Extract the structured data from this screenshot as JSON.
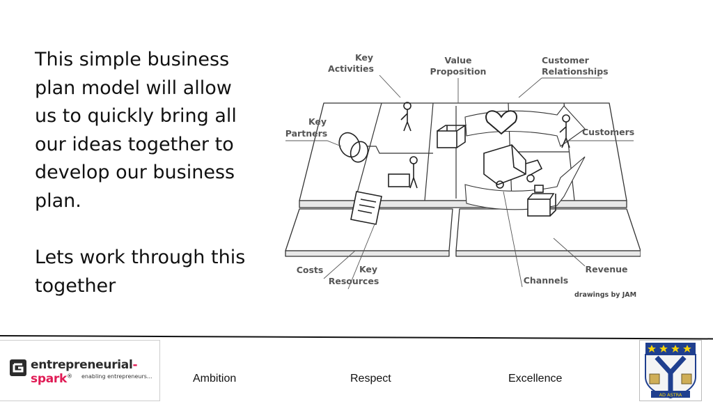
{
  "slide": {
    "paragraph_1": "This simple business plan model will allow us to quickly bring all our ideas together to develop our business plan.",
    "paragraph_2": "Lets work through this together"
  },
  "canvas": {
    "labels": {
      "key_activities_1": "Key",
      "key_activities_2": "Activities",
      "value_prop_1": "Value",
      "value_prop_2": "Proposition",
      "customer_rel_1": "Customer",
      "customer_rel_2": "Relationships",
      "key_partners_1": "Key",
      "key_partners_2": "Partners",
      "customers": "Customers",
      "costs": "Costs",
      "key_resources_1": "Key",
      "key_resources_2": "Resources",
      "channels": "Channels",
      "revenue": "Revenue",
      "credit": "drawings by JAM"
    }
  },
  "footer": {
    "brand_part1": "entrepreneurial",
    "brand_part2": "-spark",
    "brand_reg": "®",
    "tagline": "enabling entrepreneurs...",
    "values": [
      "Ambition",
      "Respect",
      "Excellence"
    ],
    "crest_motto": "AD ASTRA"
  },
  "colors": {
    "brand_pink": "#e01b55",
    "crest_blue": "#1f3f8f",
    "star_yellow": "#f4d20a"
  }
}
